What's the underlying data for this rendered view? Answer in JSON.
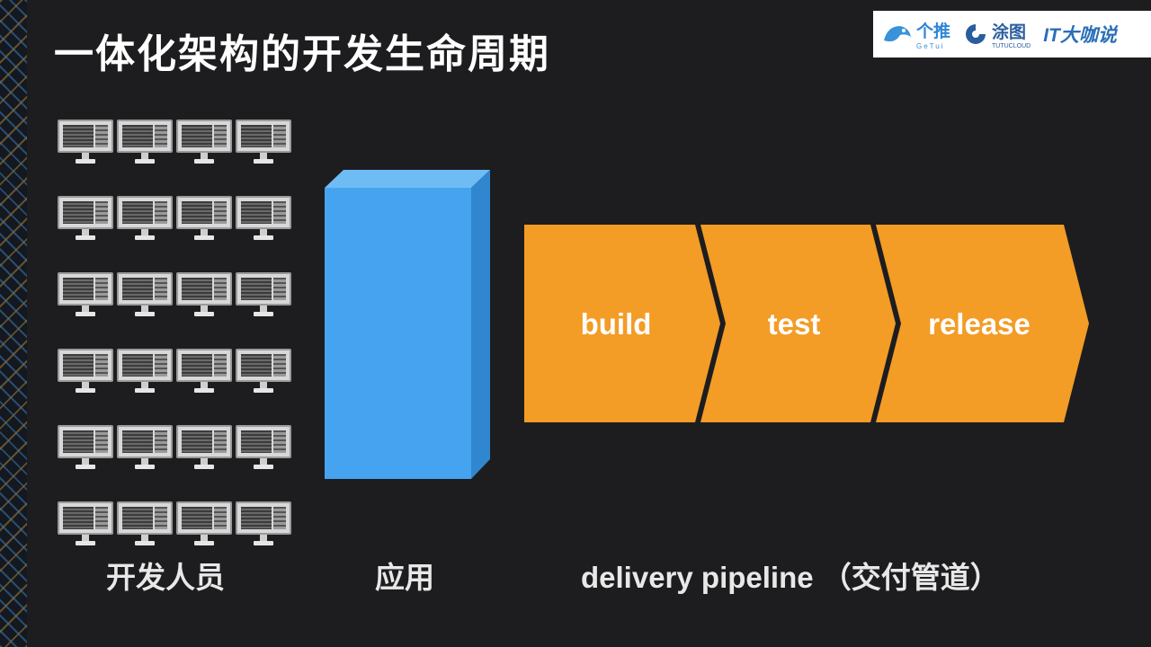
{
  "title": "一体化架构的开发生命周期",
  "logos": [
    {
      "name": "个推",
      "sub": "GeTui",
      "color": "#2f86d6"
    },
    {
      "name": "涂图",
      "sub": "TUTUCLOUD",
      "color": "#2a5d9e"
    },
    {
      "name": "IT大咖说",
      "color": "#2a6fb8"
    }
  ],
  "developers": {
    "count": 24,
    "label": "开发人员"
  },
  "application": {
    "label": "应用",
    "color": "#46a3f0"
  },
  "pipeline": {
    "steps": [
      "build",
      "test",
      "release"
    ],
    "color": "#f39c26",
    "label": "delivery pipeline （交付管道）"
  }
}
